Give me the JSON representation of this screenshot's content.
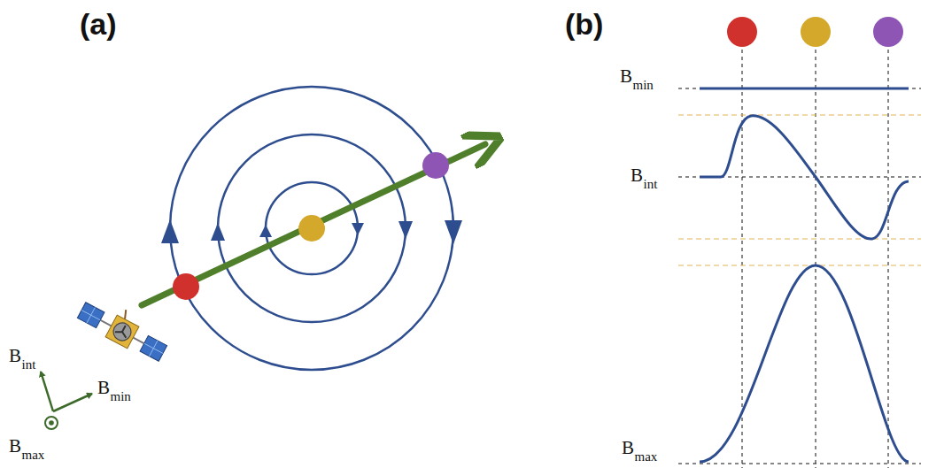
{
  "diagram": {
    "labels": [
      "(a)",
      "(b)",
      "B",
      "min",
      "B",
      "int",
      "B",
      "max",
      "B",
      "int",
      "B",
      "min",
      "B",
      "max"
    ]
  }
}
